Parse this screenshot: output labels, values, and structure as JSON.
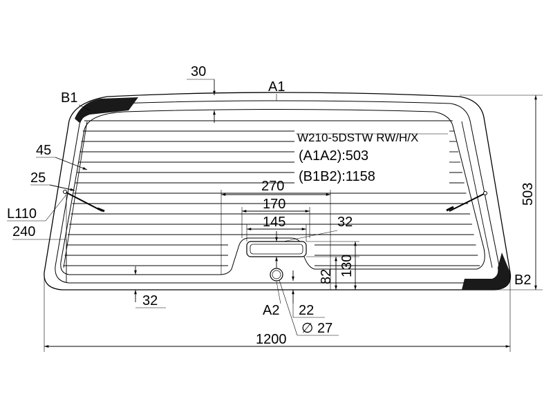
{
  "part_code": "W210-5DSTW RW/H/X",
  "a1a2": "(A1A2):503",
  "b1b2": "(B1B2):1158",
  "points": {
    "a1": "A1",
    "a2": "A2",
    "b1": "B1",
    "b2": "B2"
  },
  "dimensions": {
    "d30": "30",
    "d45": "45",
    "d25": "25",
    "l110": "L110",
    "d240": "240",
    "d270": "270",
    "d170": "170",
    "d145": "145",
    "d32_right": "32",
    "d82": "82",
    "d130": "130",
    "d503": "503",
    "d32_bottom": "32",
    "d22": "22",
    "d27": "∅ 27",
    "d1200": "1200"
  }
}
